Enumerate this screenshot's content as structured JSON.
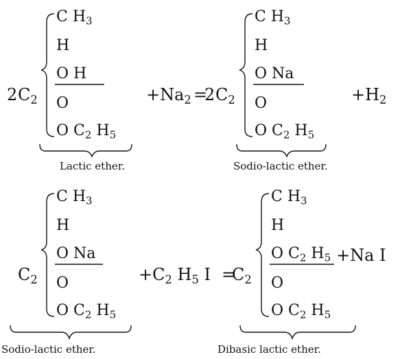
{
  "eq1": {
    "coef_left": "2",
    "c2_left": "C",
    "c2_left_sub": "2",
    "left_rows": [
      {
        "main": "C H",
        "sub": "3"
      },
      {
        "main": "H",
        "sub": ""
      },
      {
        "main": "O H",
        "sub": ""
      },
      {
        "main": "O",
        "sub": ""
      },
      {
        "main": "O C",
        "sub": "2",
        "tail": " H",
        "tail_sub": "5"
      }
    ],
    "plus_na": "+Na",
    "plus_na_sub": "2",
    "equals": "=",
    "coef_right": "2",
    "c2_right": "C",
    "c2_right_sub": "2",
    "right_rows": [
      {
        "main": "C H",
        "sub": "3"
      },
      {
        "main": "H",
        "sub": ""
      },
      {
        "main": "O Na",
        "sub": ""
      },
      {
        "main": "O",
        "sub": ""
      },
      {
        "main": "O C",
        "sub": "2",
        "tail": " H",
        "tail_sub": "5"
      }
    ],
    "plus_h": "+H",
    "plus_h_sub": "2",
    "caption_left": "Lactic ether.",
    "caption_right": "Sodio-lactic ether."
  },
  "eq2": {
    "c2_left": "C",
    "c2_left_sub": "2",
    "left_rows": [
      {
        "main": "C H",
        "sub": "3"
      },
      {
        "main": "H",
        "sub": ""
      },
      {
        "main": "O Na",
        "sub": ""
      },
      {
        "main": "O",
        "sub": ""
      },
      {
        "main": "O C",
        "sub": "2",
        "tail": " H",
        "tail_sub": "5"
      }
    ],
    "plus_c2h5i": {
      "a": "+C",
      "a_sub": "2",
      "b": " H",
      "b_sub": "5",
      "c": " I"
    },
    "equals": "=",
    "c2_right": "C",
    "c2_right_sub": "2",
    "right_rows": [
      {
        "main": "C H",
        "sub": "3"
      },
      {
        "main": "H",
        "sub": ""
      },
      {
        "main": "O C",
        "sub": "2",
        "tail": " H",
        "tail_sub": "5"
      },
      {
        "main": "O",
        "sub": ""
      },
      {
        "main": "O C",
        "sub": "2",
        "tail": " H",
        "tail_sub": "5"
      }
    ],
    "plus_nai": "+Na I",
    "caption_left": "Sodio-lactic ether.",
    "caption_right": "Dibasic lactic ether."
  }
}
